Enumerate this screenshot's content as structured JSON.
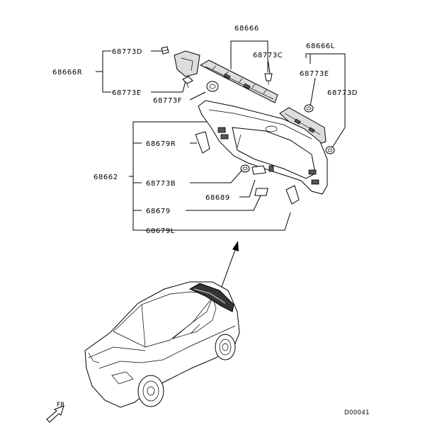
{
  "labels": {
    "p68666": "68666",
    "p68773D_left": "68773D",
    "p68773C": "68773C",
    "p68666L": "68666L",
    "p68666R": "68666R",
    "p68773E_left": "68773E",
    "p68773E_right": "68773E",
    "p68773D_right": "68773D",
    "p68773F": "68773F",
    "p68679R": "68679R",
    "p68662": "68662",
    "p68773B": "68773B",
    "p68689": "68689",
    "p68679": "68679",
    "p68679L": "68679L"
  },
  "footer": {
    "fr_text": "FR",
    "diagram_code": "D00041"
  }
}
